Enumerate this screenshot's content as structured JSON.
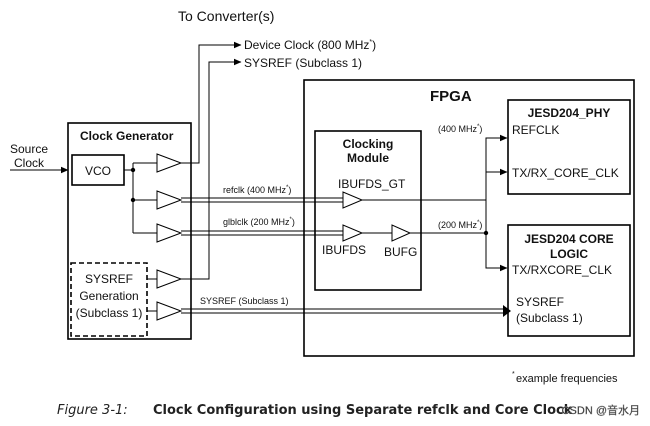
{
  "title_top": "To Converter(s)",
  "outputs": {
    "device_clock": "Device Clock (800 MHz",
    "sysref_out": "SYSREF (Subclass 1)"
  },
  "source_clock": [
    "Source",
    "Clock"
  ],
  "clock_generator": {
    "label": "Clock Generator",
    "vco": "VCO",
    "sysref_gen": [
      "SYSREF",
      "Generation",
      "(Subclass 1)"
    ]
  },
  "fpga": {
    "label": "FPGA",
    "clocking_module": [
      "Clocking",
      "Module"
    ],
    "ibufds_gt": "IBUFDS_GT",
    "ibufds": "IBUFDS",
    "bufg": "BUFG",
    "phy": {
      "title": "JESD204_PHY",
      "refclk": "REFCLK",
      "txrx": "TX/RX_CORE_CLK"
    },
    "core": {
      "title": [
        "JESD204 CORE",
        "LOGIC"
      ],
      "txrx": "TX/RXCORE_CLK",
      "sysref": [
        "SYSREF",
        "(Subclass 1)"
      ]
    }
  },
  "signals": {
    "refclk": "refclk (400 MHz",
    "glblclk": "glblclk (200 MHz",
    "sysref": "SYSREF (Subclass 1)",
    "f400": "(400 MHz",
    "f200": "(200 MHz"
  },
  "asterisk": "*",
  "footnote": "example frequencies",
  "caption": {
    "number": "Figure 3-1:",
    "text": "Clock Configuration using Separate refclk and Core Clock"
  },
  "watermark": "CSDN @音水月"
}
